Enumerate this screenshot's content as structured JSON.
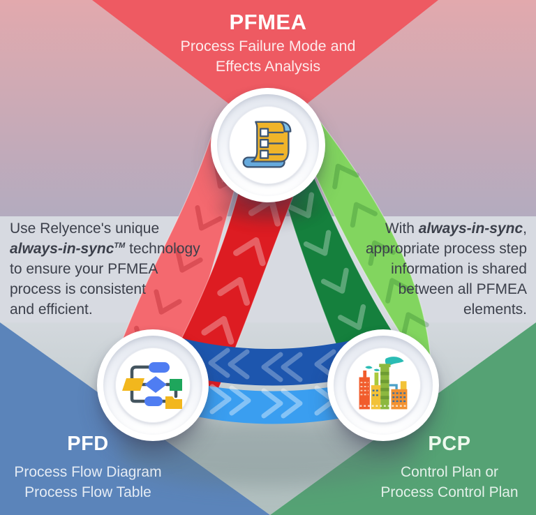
{
  "pfmea": {
    "heading": "PFMEA",
    "sub_line1": "Process Failure Mode and",
    "sub_line2": "Effects Analysis"
  },
  "left_note": {
    "line1": "Use Relyence's unique",
    "always_in_sync": "always-in-sync",
    "trademark": "TM",
    "line2_rest": " technology",
    "line3": "to ensure your PFMEA",
    "line4": "process is consistent",
    "line5": "and efficient."
  },
  "right_note": {
    "line1_pre": "With ",
    "always_in_sync": "always-in-sync",
    "line1_post": ",",
    "line2": "appropriate process step",
    "line3": "information is shared",
    "line4": "between all PFMEA",
    "line5": "elements."
  },
  "pfd": {
    "heading": "PFD",
    "sub_line1": "Process Flow Diagram",
    "sub_line2": "Process Flow Table"
  },
  "pcp": {
    "heading": "PCP",
    "sub_line1": "Control Plan or",
    "sub_line2": "Process Control Plan"
  },
  "icons": {
    "top": "scroll-checklist-icon",
    "bottom_left": "flowchart-icon",
    "bottom_right": "factory-icon"
  },
  "colors": {
    "top_red_background": "#ee5a62",
    "mauve_corner_top": "#e2a9ad",
    "mauve_corner_bottom": "#b3abbf",
    "gray_band": "#d7dae1",
    "blue_quadrant": "#5b84ba",
    "green_quadrant": "#55a274",
    "center_wedge": "#b6c2c1",
    "ribbon_light_red": "#f4696f",
    "ribbon_bright_red": "#dd1c22",
    "ribbon_dark_green": "#15803d",
    "ribbon_light_green": "#82d55f",
    "band_dark_blue": "#1d56ae",
    "band_light_blue": "#3a9ef0",
    "note_text": "#3b3f4a",
    "heading_text": "#ffffff"
  }
}
